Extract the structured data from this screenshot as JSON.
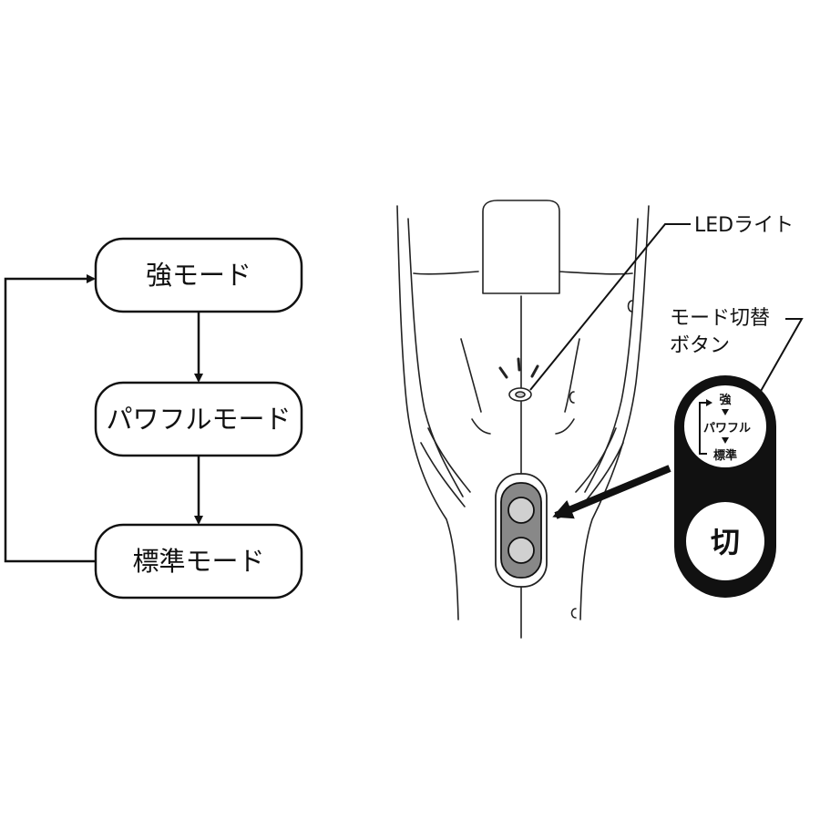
{
  "flow": {
    "modes": [
      "強モード",
      "パワフルモード",
      "標準モード"
    ]
  },
  "callouts": {
    "led_light": "LEDライト",
    "mode_button_line1": "モード切替",
    "mode_button_line2": "ボタン"
  },
  "panel": {
    "strong": "強",
    "powerful": "パワフル",
    "standard": "標準",
    "off": "切"
  }
}
